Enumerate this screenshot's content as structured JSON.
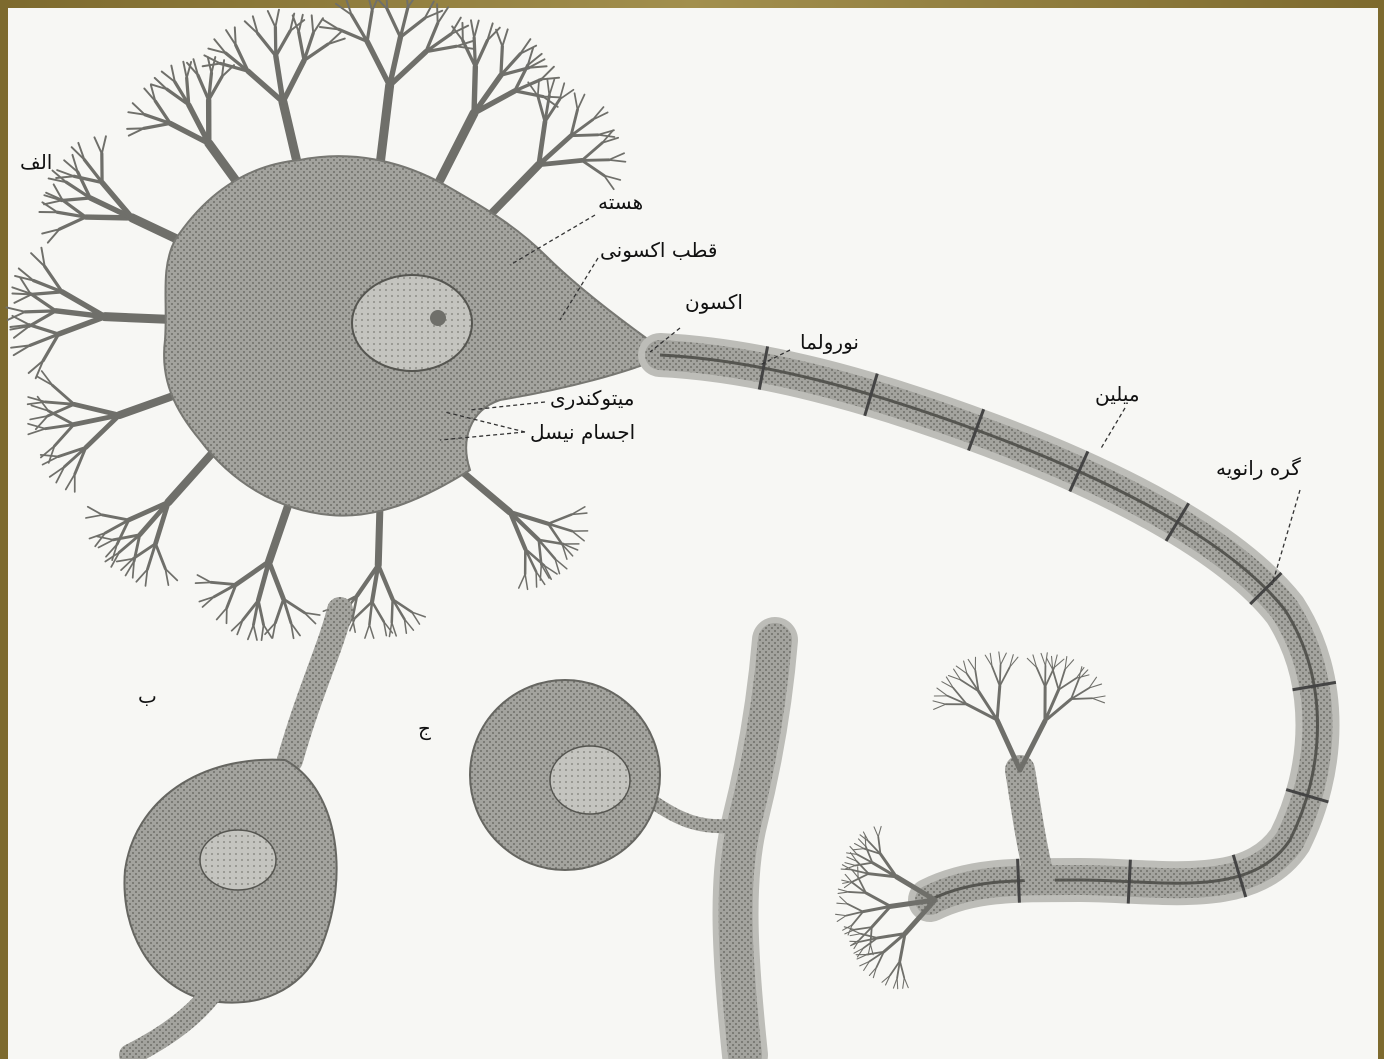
{
  "diagram": {
    "panel_labels": {
      "a": "الف",
      "b": "ب",
      "c": "ج"
    },
    "structures": {
      "nucleus": "هسته",
      "axon_hillock": "قطب اکسونی",
      "axon": "اکسون",
      "neurolemma": "نورولما",
      "mitochondria": "میتوکندری",
      "nissl_bodies": "اجسام نیسل",
      "myelin": "میلین",
      "node_of_ranvier": "گره رانویه"
    },
    "colors": {
      "tissue": "#9b9b96",
      "tissue_dark": "#6f6f6a",
      "sheath": "#b9b9b4",
      "ink": "#222222",
      "paper": "#f7f7f4"
    }
  }
}
